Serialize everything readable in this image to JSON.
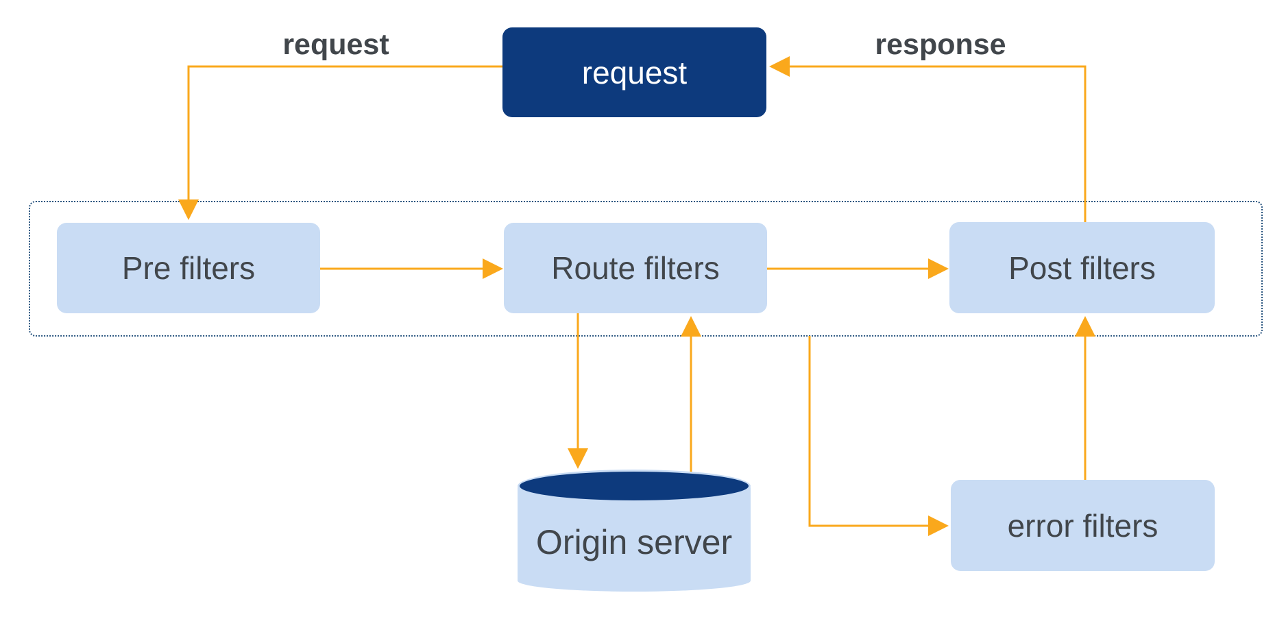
{
  "diagram": {
    "nodes": {
      "request": {
        "label": "request"
      },
      "pre_filters": {
        "label": "Pre filters"
      },
      "route_filters": {
        "label": "Route filters"
      },
      "post_filters": {
        "label": "Post filters"
      },
      "origin_server": {
        "label": "Origin server"
      },
      "error_filters": {
        "label": "error filters"
      }
    },
    "edge_labels": {
      "request": "request",
      "response": "response"
    },
    "edges": [
      {
        "from": "request",
        "to": "pre_filters",
        "label": "request"
      },
      {
        "from": "pre_filters",
        "to": "route_filters",
        "label": ""
      },
      {
        "from": "route_filters",
        "to": "post_filters",
        "label": ""
      },
      {
        "from": "route_filters",
        "to": "origin_server",
        "label": ""
      },
      {
        "from": "origin_server",
        "to": "route_filters",
        "label": ""
      },
      {
        "from": "filters_container",
        "to": "error_filters",
        "label": ""
      },
      {
        "from": "error_filters",
        "to": "post_filters",
        "label": ""
      },
      {
        "from": "post_filters",
        "to": "request",
        "label": "response"
      }
    ],
    "colors": {
      "navy": "#0d3a7d",
      "light_blue": "#c9dcf4",
      "arrow_orange": "#faa81c",
      "label_gray": "#41464b",
      "container_border": "#2b5680"
    }
  }
}
